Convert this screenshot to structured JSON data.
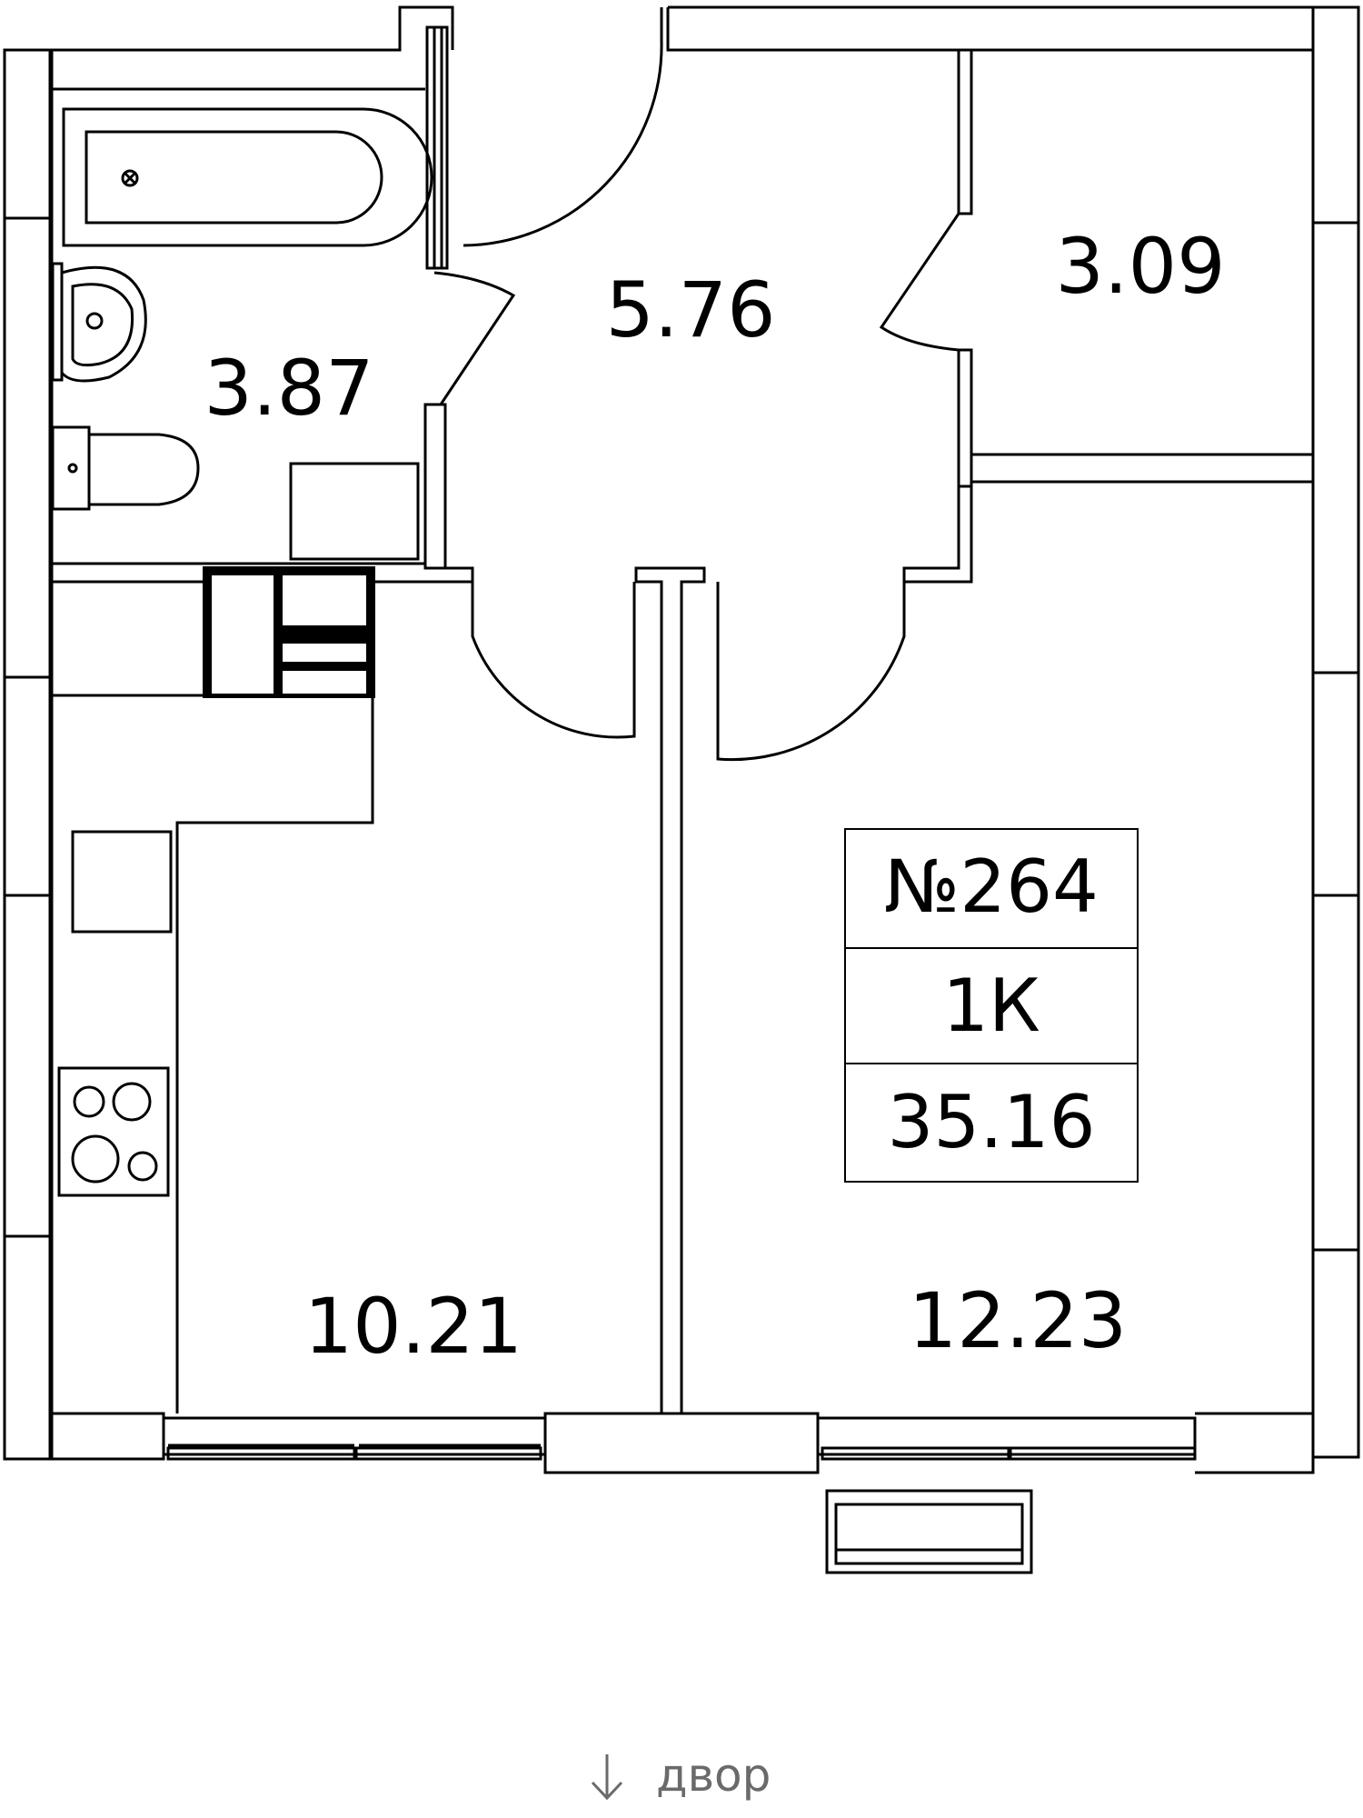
{
  "colors": {
    "ink": "#000000",
    "paper": "#ffffff",
    "muted": "#6a6a6a"
  },
  "rooms": [
    {
      "id": "bathroom",
      "area": "3.87"
    },
    {
      "id": "hallway",
      "area": "5.76"
    },
    {
      "id": "storage",
      "area": "3.09"
    },
    {
      "id": "kitchen",
      "area": "10.21"
    },
    {
      "id": "bedroom",
      "area": "12.23"
    }
  ],
  "apartment": {
    "number": "№264",
    "type": "1К",
    "total_area": "35.16"
  },
  "orientation": {
    "arrow_icon": "arrow-down-icon",
    "label": "двор"
  }
}
